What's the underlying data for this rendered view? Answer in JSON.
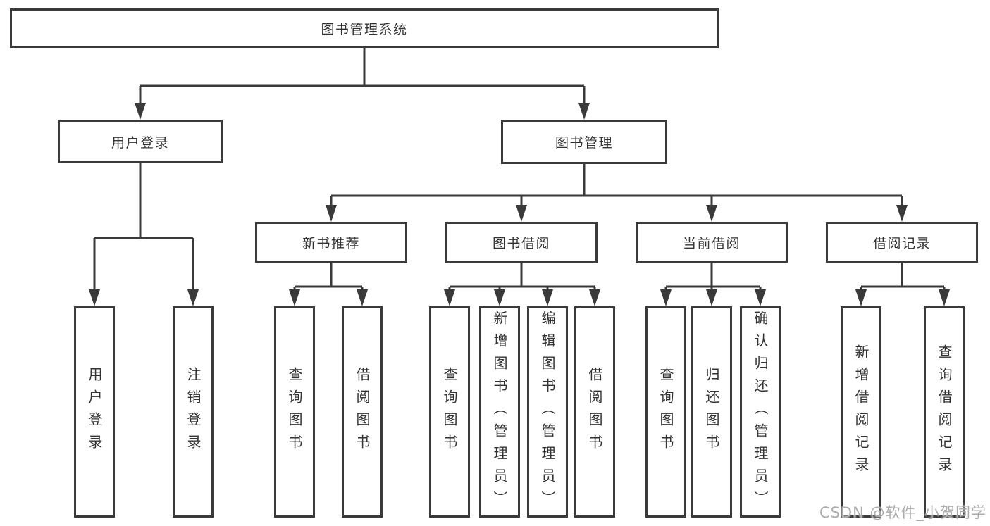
{
  "diagram": {
    "type": "functional-structure-tree",
    "root": {
      "label": "图书管理系统",
      "children": [
        {
          "label": "用户登录",
          "children": [
            {
              "label": "用户登录"
            },
            {
              "label": "注销登录"
            }
          ]
        },
        {
          "label": "图书管理",
          "children": [
            {
              "label": "新书推荐",
              "children": [
                {
                  "label": "查询图书"
                },
                {
                  "label": "借阅图书"
                }
              ]
            },
            {
              "label": "图书借阅",
              "children": [
                {
                  "label": "查询图书"
                },
                {
                  "label": "新增图书（管理员）"
                },
                {
                  "label": "编辑图书（管理员）"
                },
                {
                  "label": "借阅图书"
                }
              ]
            },
            {
              "label": "当前借阅",
              "children": [
                {
                  "label": "查询图书"
                },
                {
                  "label": "归还图书"
                },
                {
                  "label": "确认归还（管理员）"
                }
              ]
            },
            {
              "label": "借阅记录",
              "children": [
                {
                  "label": "新增借阅记录"
                },
                {
                  "label": "查询借阅记录"
                }
              ]
            }
          ]
        }
      ]
    },
    "line_color": "#3a3a3a",
    "watermark": "CSDN @软件_小贺同学"
  }
}
